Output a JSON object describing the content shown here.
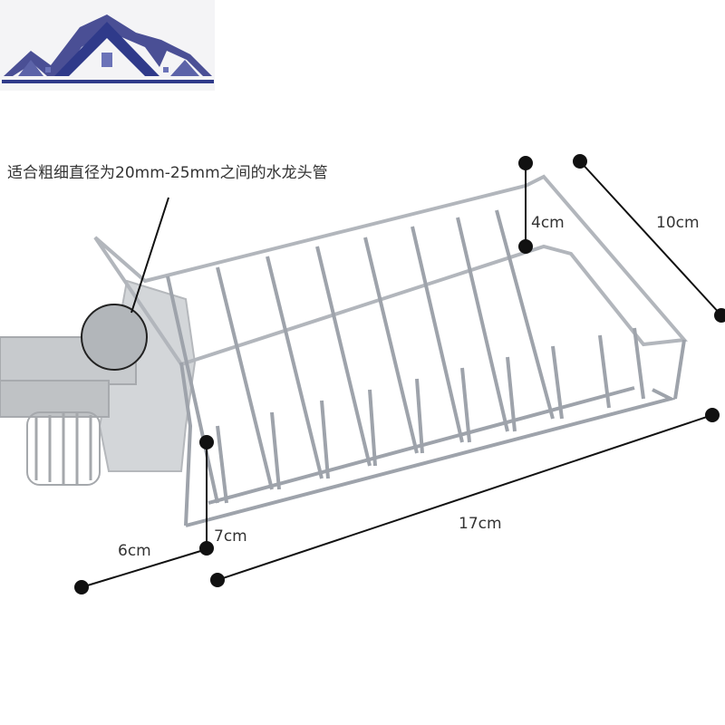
{
  "caption": "适合粗细直径为20mm-25mm之间的水龙头管",
  "dimensions": {
    "basket_depth": "4cm",
    "basket_width": "10cm",
    "basket_length": "17cm",
    "clamp_height": "7cm",
    "clamp_width": "6cm"
  },
  "colors": {
    "logo_roof": "#5a5f9e",
    "logo_stripe": "#2f3a8a",
    "wire": "#9ea3ab",
    "clamp": "#c9cccf",
    "dim_line": "#111111"
  },
  "icons": [
    "house-roof-logo-icon"
  ]
}
